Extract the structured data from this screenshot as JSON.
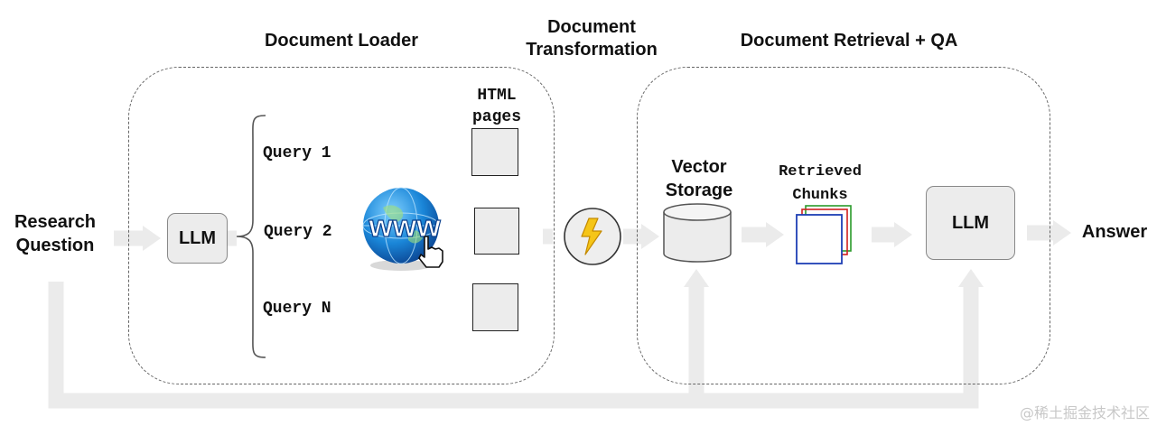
{
  "titles": {
    "loader": "Document Loader",
    "transformation": "Document\nTransformation",
    "retrieval": "Document Retrieval + QA"
  },
  "nodes": {
    "research_question": "Research\nQuestion",
    "llm_left": "LLM",
    "llm_right": "LLM",
    "answer": "Answer",
    "vector_storage": "Vector\nStorage"
  },
  "queries": [
    "Query 1",
    "Query 2",
    "Query N"
  ],
  "html_pages_label": "HTML\npages",
  "retrieved_chunks_label": "Retrieved\nChunks",
  "globe_text": "www",
  "watermark": "@稀土掘金技术社区",
  "colors": {
    "arrow": "#ebebeb",
    "box_fill": "#ececec",
    "chunk_front": "#1f3fb5",
    "chunk_red": "#d02020",
    "chunk_green": "#2a9a2a",
    "lightning_bg": "#eeeeee",
    "lightning_fill": "#f5c518"
  }
}
